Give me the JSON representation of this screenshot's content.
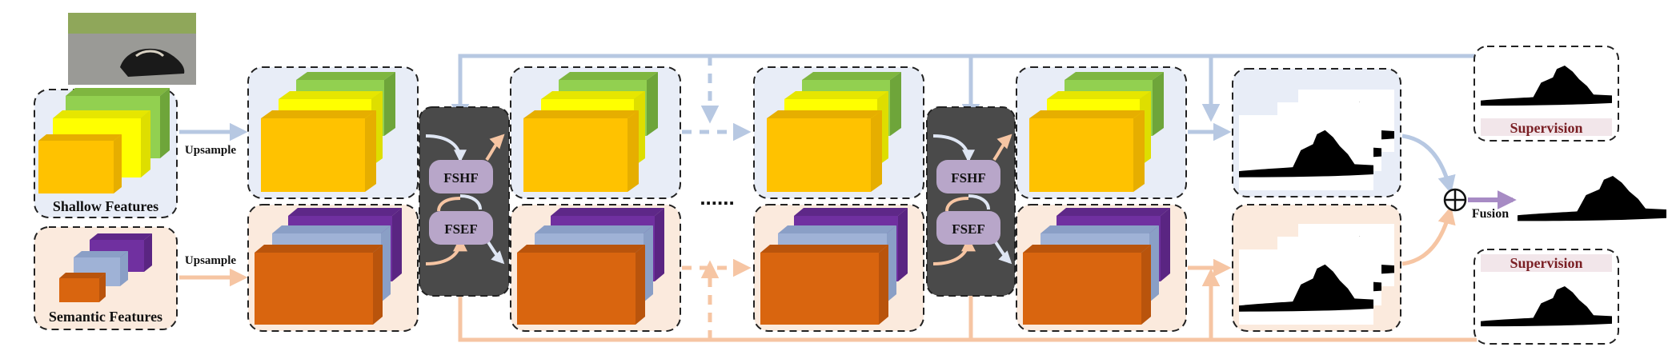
{
  "labels": {
    "shallow": "Shallow Features",
    "semantic": "Semantic Features",
    "upsample_top": "Upsample",
    "upsample_bottom": "Upsample",
    "fshf": "FSHF",
    "fsef": "FSEF",
    "fusion": "Fusion",
    "supervision_top": "Supervision",
    "supervision_bottom": "Supervision",
    "ellipsis": "......"
  },
  "colors": {
    "shallow_bg": "#e8edf7",
    "semantic_bg": "#fbeadd",
    "feat_orange": "#ffc200",
    "feat_yellow": "#ffff00",
    "feat_green": "#92d050",
    "sem_orange": "#d9650f",
    "sem_blue": "#9fb2d6",
    "sem_purple": "#7030a0",
    "module_bg": "#4a4a4a",
    "module_box": "#b8a6c9",
    "arrow_blue": "#b7c8e2",
    "arrow_peach": "#f6c5a3",
    "fusion_arrow": "#a78bc4",
    "supervision_text": "#7a1f24"
  },
  "icons": [
    "input-photo",
    "oplus-icon",
    "saliency-map"
  ]
}
